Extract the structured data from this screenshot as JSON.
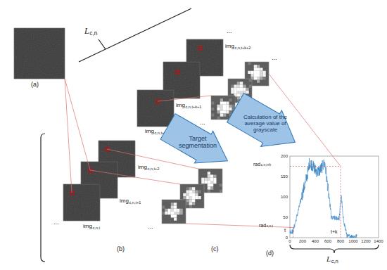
{
  "diagram": {
    "nodes": [
      {
        "text": [
          "Target segmentation"
        ]
      },
      {
        "text": [
          "Calculation of the average value of grayscale"
        ]
      }
    ],
    "labels": [
      "(a)",
      "L",
      "c,n",
      "img",
      "c,n,t",
      "img",
      "c,n,t+1",
      "img",
      "c,n,t+2",
      "img",
      "c,n,t+k",
      "img",
      "c,n,t+k+1",
      "img",
      "c,n,t+k+2",
      "(b)",
      "(c)",
      "(d)",
      "L",
      "c,n",
      "rad",
      "c,n,t+k",
      "rad",
      "c,n,t",
      "t",
      "t+k",
      "200",
      "150",
      "100",
      "50",
      "0",
      "0",
      "200",
      "400",
      "600",
      "800",
      "1000",
      "1200",
      "1400",
      "...",
      "...",
      "...",
      "...",
      "..."
    ]
  }
}
